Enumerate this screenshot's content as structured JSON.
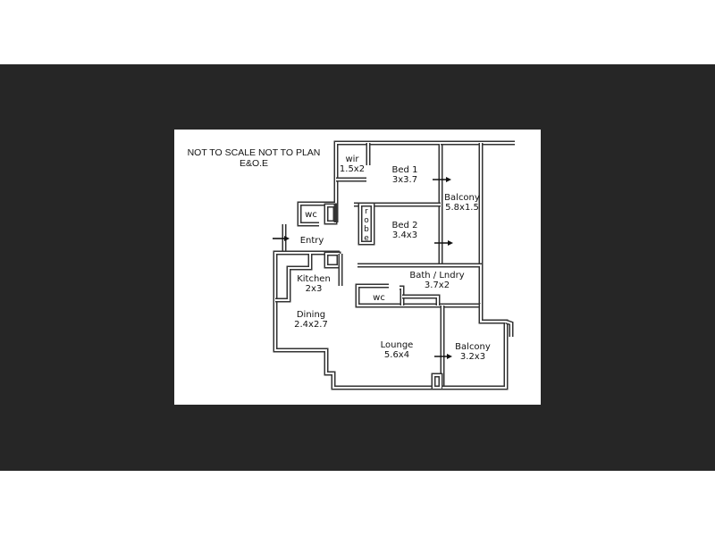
{
  "notes": {
    "line1": "NOT TO SCALE  NOT TO PLAN",
    "line2": "E&O.E"
  },
  "rooms": [
    {
      "name": "wir",
      "size": "1.5x2"
    },
    {
      "name": "Bed 1",
      "size": "3x3.7"
    },
    {
      "name": "Balcony",
      "size": "5.8x1.5"
    },
    {
      "name": "wc",
      "size": ""
    },
    {
      "name": "robe",
      "size": ""
    },
    {
      "name": "Bed 2",
      "size": "3.4x3"
    },
    {
      "name": "Entry",
      "size": ""
    },
    {
      "name": "Kitchen",
      "size": "2x3"
    },
    {
      "name": "Bath / Lndry",
      "size": "3.7x2"
    },
    {
      "name": "wc",
      "size": ""
    },
    {
      "name": "Dining",
      "size": "2.4x2.7"
    },
    {
      "name": "Lounge",
      "size": "5.6x4"
    },
    {
      "name": "Balcony",
      "size": "3.2x3"
    }
  ],
  "robe_letters": [
    "r",
    "o",
    "b",
    "e"
  ],
  "colors": {
    "background_band": "#262626",
    "plan_bg": "#ffffff",
    "walls": "#333333"
  }
}
